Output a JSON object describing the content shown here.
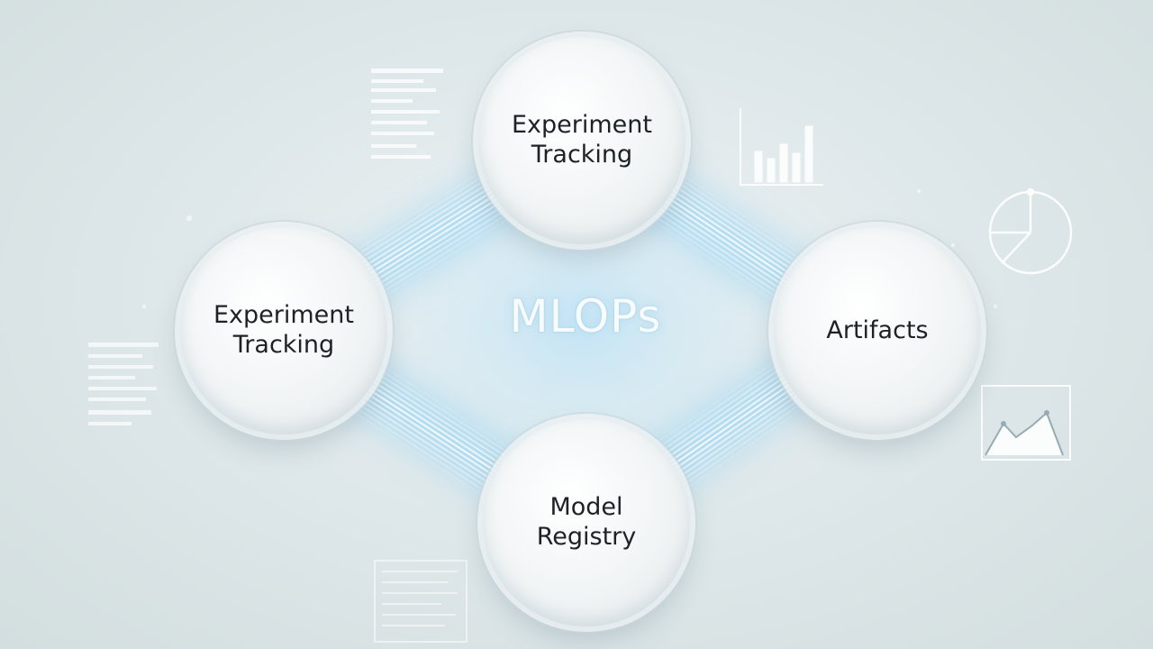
{
  "diagram": {
    "center_title": "MLOPs",
    "nodes": {
      "top": "Experiment\nTracking",
      "left": "Experiment\nTracking",
      "right": "Artifacts",
      "bottom": "Model Registry"
    }
  },
  "colors": {
    "background": "#dfe8ea",
    "glow": "#9fd4f2",
    "node_fill": "#f4f6f7",
    "text": "#1c2226"
  },
  "icons": [
    "bar-chart-icon",
    "clock-icon",
    "line-chart-icon",
    "code-lines-icon"
  ]
}
